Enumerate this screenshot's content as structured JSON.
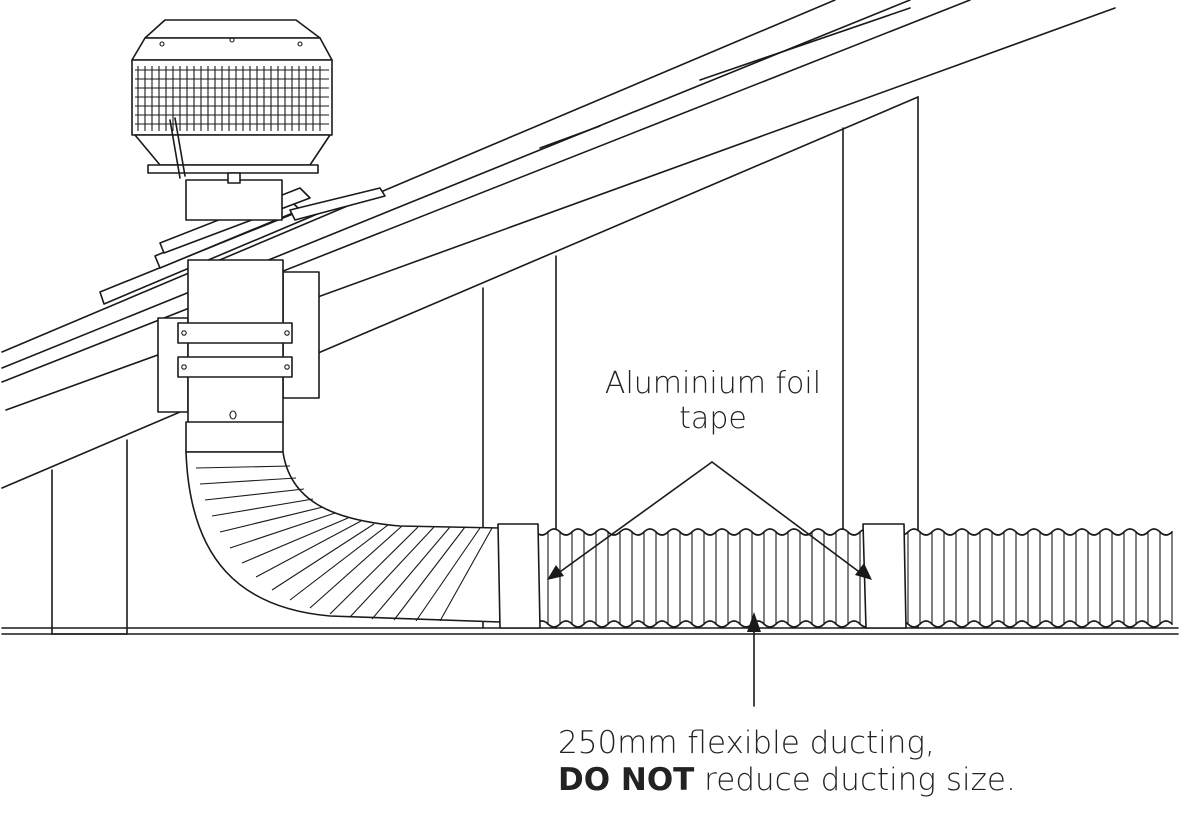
{
  "labels": {
    "foil_tape_line1": "Aluminium foil",
    "foil_tape_line2": "tape",
    "ducting_line1": "250mm flexible ducting,",
    "ducting_emphasis": "DO NOT",
    "ducting_line2_rest": " reduce ducting size."
  },
  "colors": {
    "line": "#1a1a1a",
    "text": "#222222",
    "background": "#ffffff"
  }
}
